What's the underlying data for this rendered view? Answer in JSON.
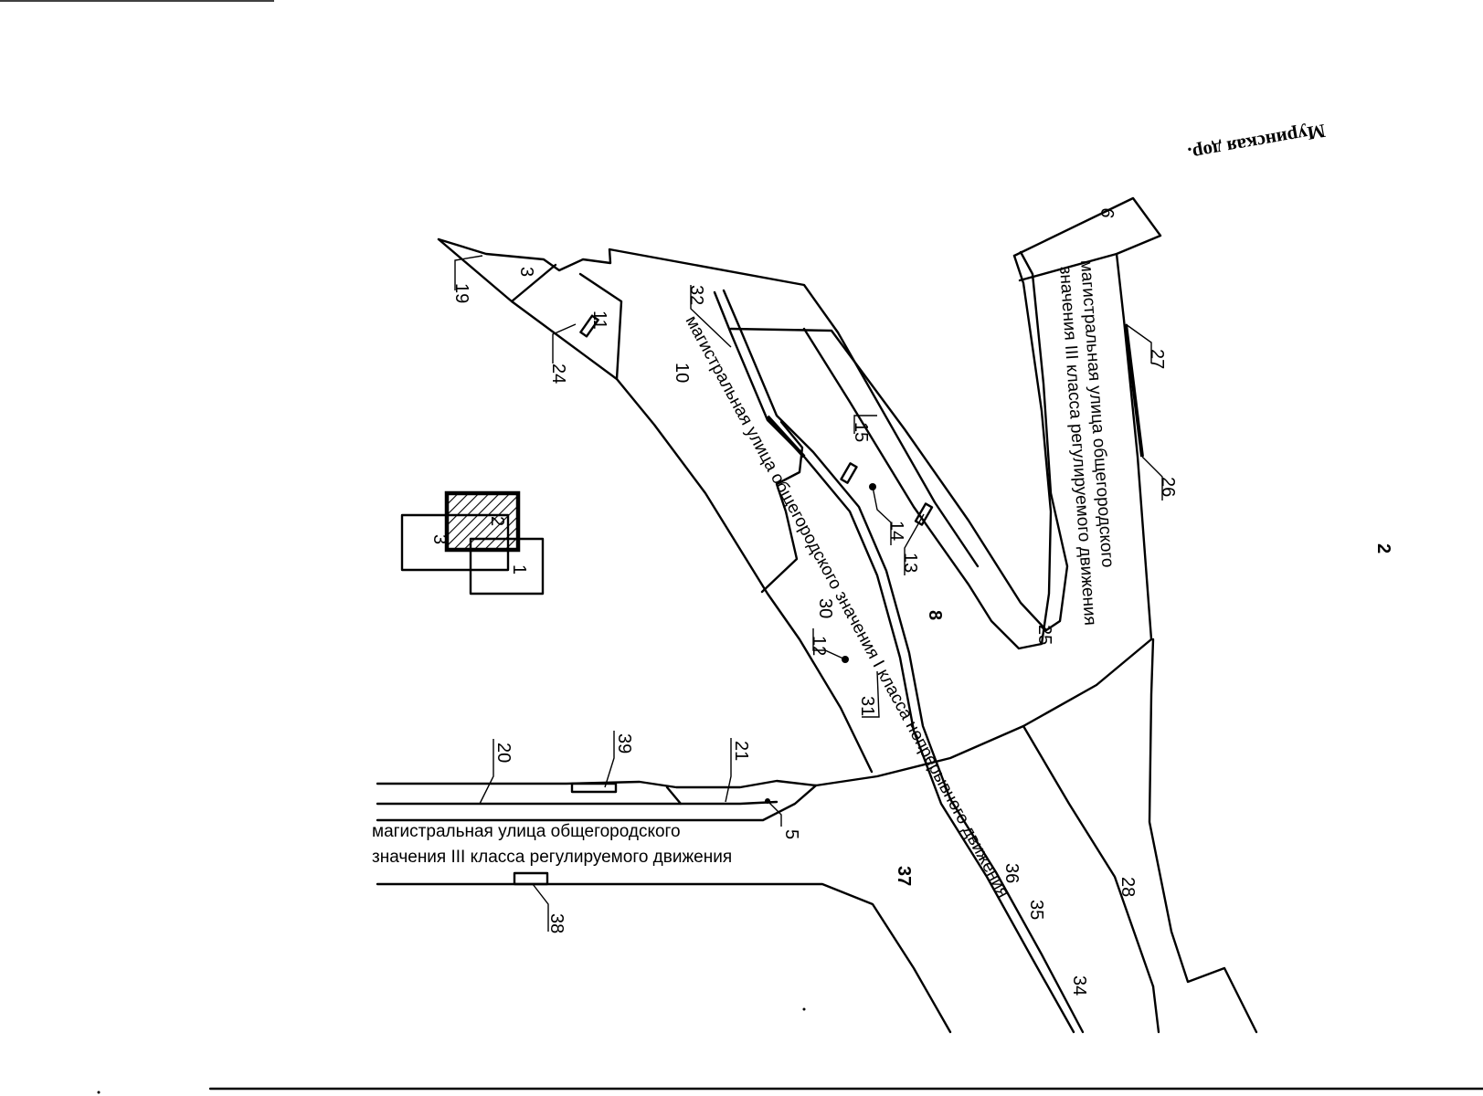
{
  "sheet_number": "2",
  "road_label": "Муринская дор.",
  "streets": {
    "main_diag": "магистральная улица общегородского значения  I класса непрерывного движения",
    "right_vertical_l1": "магистральная улица общегородского",
    "right_vertical_l2": "значения III класса регулируемого движения",
    "bottom_l1": "магистральная улица общегородского",
    "bottom_l2": "значения III класса регулируемого движения"
  },
  "parcels": {
    "p3": "3",
    "p19": "19",
    "p11": "11",
    "p24": "24",
    "p32": "32",
    "p10": "10",
    "p15": "15",
    "p14": "14",
    "p13": "13",
    "p30": "30",
    "p12": "12",
    "p8": "8",
    "p31": "31",
    "p25": "25",
    "p9": "9",
    "p27": "27",
    "p26": "26",
    "p20": "20",
    "p39": "39",
    "p21": "21",
    "p5": "5",
    "p37": "37",
    "p36": "36",
    "p35": "35",
    "p28": "28",
    "p34": "34",
    "p38": "38"
  },
  "inset": {
    "i1": "1",
    "i2": "2",
    "i3": "3"
  }
}
